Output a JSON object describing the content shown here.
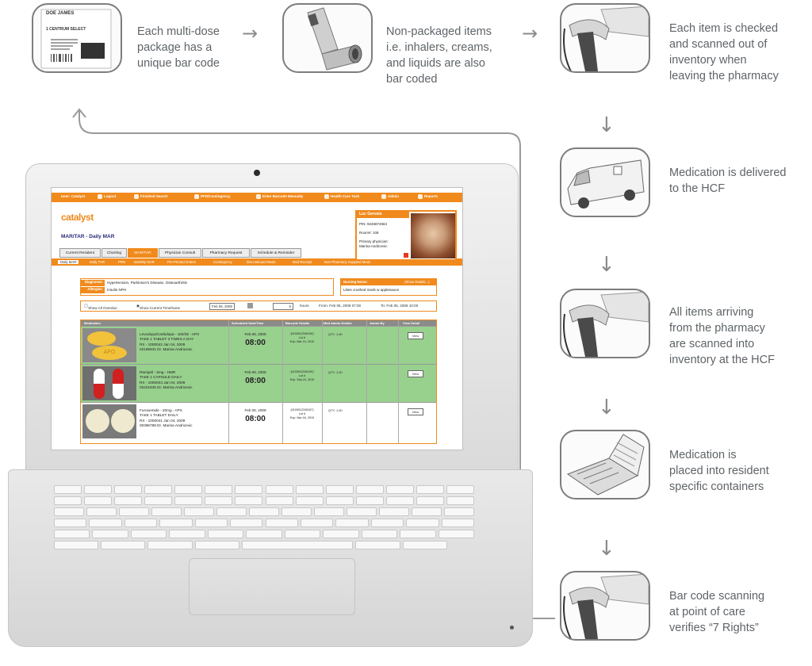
{
  "steps": {
    "package": {
      "caption": "Each multi-dose\npackage has a\nunique bar code",
      "label_name": "DOE JAMES",
      "label_med": "1 CENTRUM SELECT"
    },
    "nonpackaged": {
      "caption": "Non-packaged items\ni.e. inhalers, creams,\nand liquids are also\nbar coded"
    },
    "checked": {
      "caption": "Each item is checked\nand scanned out of\ninventory when\nleaving the pharmacy"
    },
    "delivered": {
      "caption": "Medication is delivered\nto the HCF"
    },
    "arriving": {
      "caption": "All items arriving\nfrom the pharmacy\nare scanned into\ninventory at the HCF"
    },
    "containers": {
      "caption": "Medication is\nplaced into resident\nspecific containers"
    },
    "point_of_care": {
      "caption": "Bar code scanning\nat point of care\nverifies “7 Rights”"
    }
  },
  "icons": {
    "arrow_right": "→",
    "arrow_down": "↓"
  },
  "colors": {
    "accent": "#f08a1c",
    "row_green": "#98d08e",
    "header_gray": "#8b8b8b",
    "border_gray": "#7d7d7d"
  },
  "app": {
    "nav": [
      "User: Catalyst",
      "Logout",
      "Finished Search",
      "PFD/Contingency",
      "Enter Barcode Manually",
      "Health Care Task",
      "Admin",
      "Reports"
    ],
    "logo": "catalyst",
    "page_title": "MAR/TAR - Daily MAR",
    "tabs": [
      "Current Resident",
      "Charting",
      "MAR/TAR",
      "Physician Consult",
      "Pharmacy Request",
      "Schedule & Reminder"
    ],
    "subtabs": [
      "Daily MAR",
      "Daily TAR",
      "PRN",
      "Monthly MAR",
      "Pre-Printed Orders",
      "Contingency",
      "Discontinued Meds",
      "Med Receipt",
      "Non-Pharmacy Supplied Meds"
    ],
    "patient": {
      "name": "Luc Gervais",
      "pin": "PIN: 9245874584",
      "room": "Room#: 108",
      "physician_label": "Primary physician:",
      "physician": "Marina Andricevic"
    },
    "diagnoses_label": "Diagnoses:",
    "diagnoses": "Hypertension, Parkinson's Disease, Osteoarthritis",
    "allergies_label": "Allergies:",
    "allergies": "Insulin NPH",
    "notes_label": "Nursing Notes:",
    "notes_link": "(Show Details...)",
    "notes": "Likes crushed meds w applesauce",
    "filter": {
      "show_all": "Show All Overdue",
      "show_current": "Show Current Timeframe",
      "date": "Feb 06, 2009",
      "hours_value": "5",
      "hours_label": "hours",
      "from": "From: Feb 06, 2009  07:00",
      "to": "To: Feb 06, 2009 10:00"
    },
    "table_headers": [
      "Medication",
      "Scheduled Date/Time",
      "Barcode Details",
      "Med Admin Details",
      "Admin By",
      "View Detail"
    ],
    "meds": [
      {
        "name": "Levodopa/Carbidopa - 100/25 - APX",
        "dose": "TAKE 1 TABLET 3 TIMES A DAY",
        "rx": "RX - 1000042 Jan 04, 2009",
        "doc": "02195941 Dr. Marina Andricevic",
        "date": "Feb 06, 2009",
        "time": "08:00",
        "barcode": "(0100012345190)",
        "lot": "Lot #",
        "exp": "Exp: Mar 10, 2010",
        "qty": "QTY: 1.00",
        "view": "View",
        "pill_text": "APO"
      },
      {
        "name": "Ramipril - 5mg - HMR",
        "dose": "TAKE 1 CAPSULE DAILY",
        "rx": "RX - 1000044 Jan 04, 2009",
        "doc": "02221845 Dr. Marina Andricevic",
        "date": "Feb 06, 2009",
        "time": "08:00",
        "barcode": "(0100012345190)",
        "lot": "Lot #",
        "exp": "Exp: Sep 24, 2010",
        "qty": "QTY: 1.00",
        "view": "View"
      },
      {
        "name": "Furosemide - 20mg - APX",
        "dose": "TAKE 1 TABLET DAILY",
        "rx": "RX - 1000041 Jan 04, 2009",
        "doc": "00396788 Dr. Marina Andricevic",
        "date": "Feb 06, 2009",
        "time": "08:00",
        "barcode": "(0100012345167)",
        "lot": "Lot #",
        "exp": "Exp: Mar 04, 2010",
        "qty": "QTY: 1.00",
        "view": "View"
      }
    ]
  }
}
